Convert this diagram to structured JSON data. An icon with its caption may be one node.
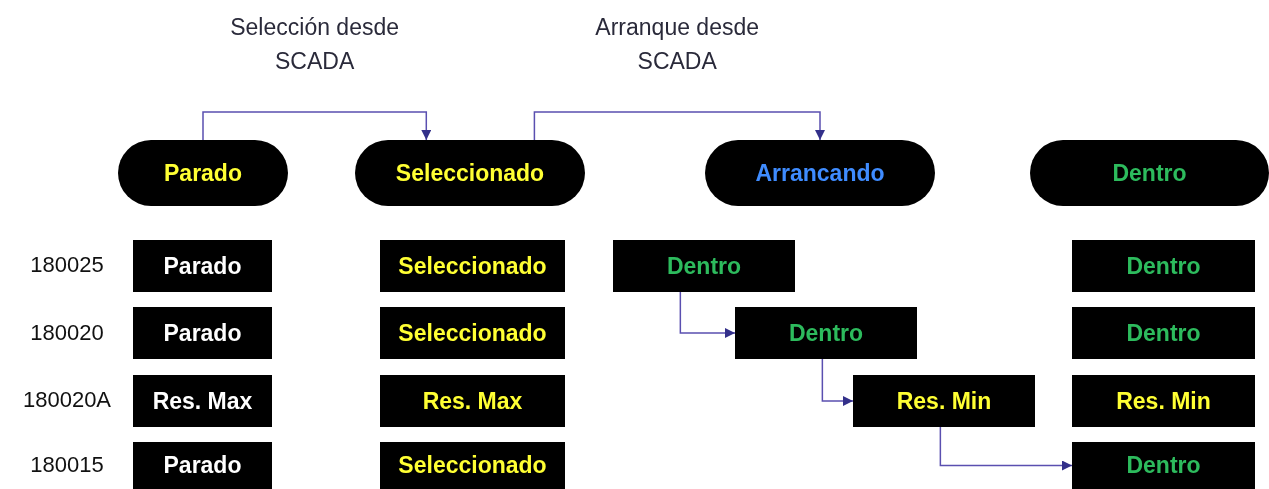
{
  "diagram": {
    "nodes": [
      {
        "text": [
          "Parado"
        ]
      },
      {
        "text": [
          "Seleccionado"
        ]
      },
      {
        "text": [
          "Arrancando"
        ]
      },
      {
        "text": [
          "Dentro"
        ]
      },
      {
        "text": [
          "Parado"
        ]
      },
      {
        "text": [
          "Seleccionado"
        ]
      },
      {
        "text": [
          "Dentro"
        ]
      },
      {
        "text": [
          "Dentro"
        ]
      },
      {
        "text": [
          "Parado"
        ]
      },
      {
        "text": [
          "Seleccionado"
        ]
      },
      {
        "text": [
          "Dentro"
        ]
      },
      {
        "text": [
          "Dentro"
        ]
      },
      {
        "text": [
          "Res. Max"
        ]
      },
      {
        "text": [
          "Res. Max"
        ]
      },
      {
        "text": [
          "Res. Min"
        ]
      },
      {
        "text": [
          "Res. Min"
        ]
      },
      {
        "text": [
          "Parado"
        ]
      },
      {
        "text": [
          "Seleccionado"
        ]
      },
      {
        "text": [
          "Dentro"
        ]
      }
    ],
    "edges": [
      {
        "from": 0,
        "to": 1,
        "arrow": "to",
        "label": "Selección desde SCADA"
      },
      {
        "from": 1,
        "to": 2,
        "arrow": "to",
        "label": "Arranque desde SCADA"
      },
      {
        "from": 6,
        "to": 10,
        "arrow": "to"
      },
      {
        "from": 10,
        "to": 14,
        "arrow": "to"
      },
      {
        "from": 14,
        "to": 18,
        "arrow": "to"
      }
    ],
    "labels": [
      "180025",
      "180020",
      "180020A",
      "180015"
    ]
  }
}
